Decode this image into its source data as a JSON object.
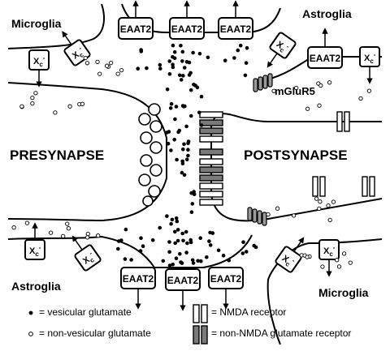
{
  "labels": {
    "microglia_top": "Microglia",
    "astroglia_top": "Astroglia",
    "astroglia_bottom": "Astroglia",
    "microglia_bottom": "Microglia",
    "presynapse": "PRESYNAPSE",
    "postsynapse": "POSTSYNAPSE",
    "mglur5": "mGluR5",
    "eaat2": "EAAT2",
    "xc": "X",
    "xc_sup": "c",
    "xc_minus": "-"
  },
  "legend": {
    "vesicular": "= vesicular glutamate",
    "non_vesicular": "= non-vesicular glutamate",
    "nmda": "= NMDA receptor",
    "non_nmda": "= non-NMDA glutamate receptor"
  },
  "colors": {
    "line": "#000000",
    "nmda_fill": "#ffffff",
    "non_nmda_fill": "#7a7a7a",
    "background": "#ffffff"
  }
}
